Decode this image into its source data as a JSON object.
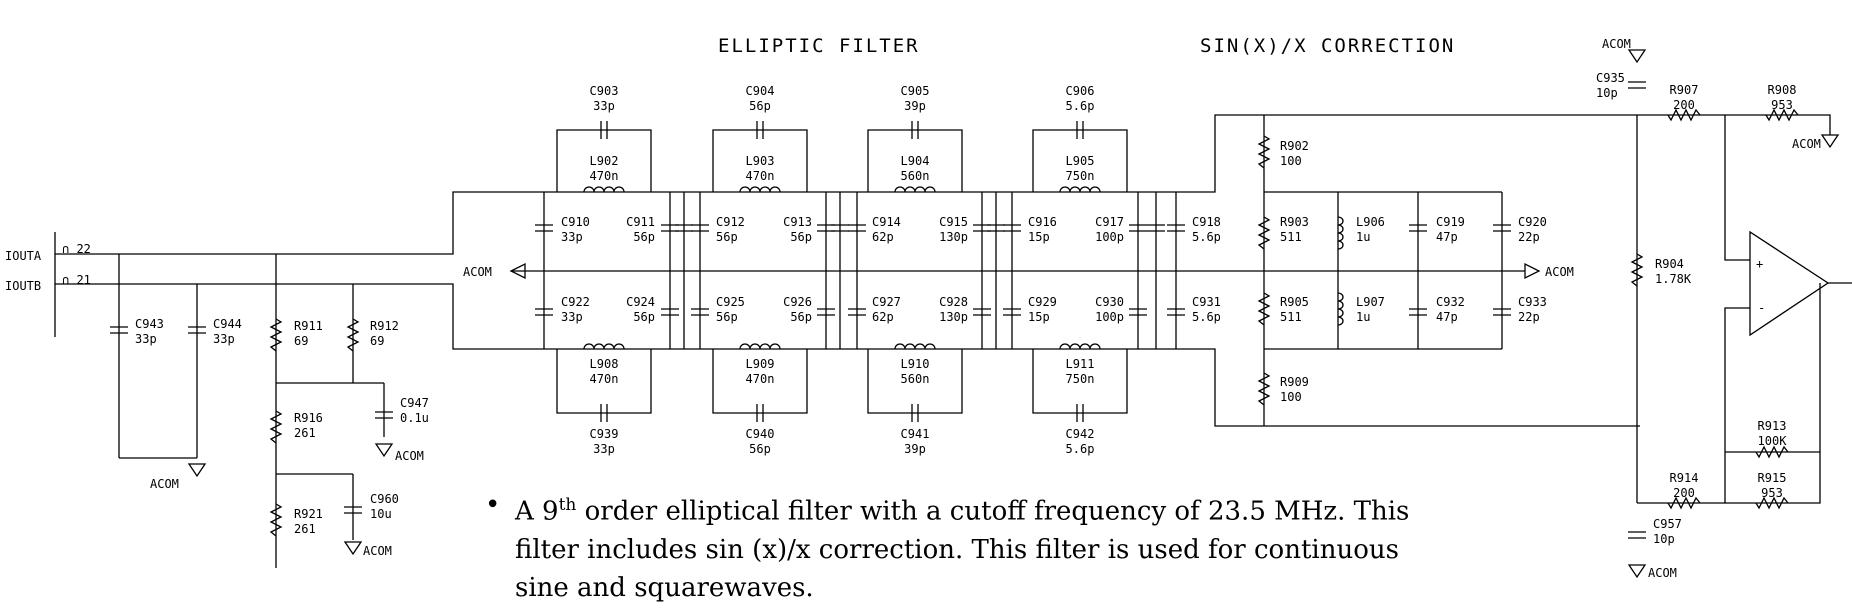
{
  "titles": {
    "filter": "ELLIPTIC FILTER",
    "correction": "SIN(X)/X CORRECTION"
  },
  "ports": {
    "ioutA_name": "IOUTA",
    "ioutA_pin": "∩ 22",
    "ioutB_name": "IOUTB",
    "ioutB_pin": "∩ 21"
  },
  "ground_label": "ACOM",
  "components": {
    "C903": {
      "ref": "C903",
      "val": "33p"
    },
    "C904": {
      "ref": "C904",
      "val": "56p"
    },
    "C905": {
      "ref": "C905",
      "val": "39p"
    },
    "C906": {
      "ref": "C906",
      "val": "5.6p"
    },
    "L902": {
      "ref": "L902",
      "val": "470n"
    },
    "L903": {
      "ref": "L903",
      "val": "470n"
    },
    "L904": {
      "ref": "L904",
      "val": "560n"
    },
    "L905": {
      "ref": "L905",
      "val": "750n"
    },
    "C910": {
      "ref": "C910",
      "val": "33p"
    },
    "C911": {
      "ref": "C911",
      "val": "56p"
    },
    "C912": {
      "ref": "C912",
      "val": "56p"
    },
    "C913": {
      "ref": "C913",
      "val": "56p"
    },
    "C914": {
      "ref": "C914",
      "val": "62p"
    },
    "C915": {
      "ref": "C915",
      "val": "130p"
    },
    "C916": {
      "ref": "C916",
      "val": "15p"
    },
    "C917": {
      "ref": "C917",
      "val": "100p"
    },
    "C918": {
      "ref": "C918",
      "val": "5.6p"
    },
    "C922": {
      "ref": "C922",
      "val": "33p"
    },
    "C924": {
      "ref": "C924",
      "val": "56p"
    },
    "C925": {
      "ref": "C925",
      "val": "56p"
    },
    "C926": {
      "ref": "C926",
      "val": "56p"
    },
    "C927": {
      "ref": "C927",
      "val": "62p"
    },
    "C928": {
      "ref": "C928",
      "val": "130p"
    },
    "C929": {
      "ref": "C929",
      "val": "15p"
    },
    "C930": {
      "ref": "C930",
      "val": "100p"
    },
    "C931": {
      "ref": "C931",
      "val": "5.6p"
    },
    "L908": {
      "ref": "L908",
      "val": "470n"
    },
    "L909": {
      "ref": "L909",
      "val": "470n"
    },
    "L910": {
      "ref": "L910",
      "val": "560n"
    },
    "L911": {
      "ref": "L911",
      "val": "750n"
    },
    "C939": {
      "ref": "C939",
      "val": "33p"
    },
    "C940": {
      "ref": "C940",
      "val": "56p"
    },
    "C941": {
      "ref": "C941",
      "val": "39p"
    },
    "C942": {
      "ref": "C942",
      "val": "5.6p"
    },
    "C943": {
      "ref": "C943",
      "val": "33p"
    },
    "C944": {
      "ref": "C944",
      "val": "33p"
    },
    "R911": {
      "ref": "R911",
      "val": "69"
    },
    "R912": {
      "ref": "R912",
      "val": "69"
    },
    "C947": {
      "ref": "C947",
      "val": "0.1u"
    },
    "R916": {
      "ref": "R916",
      "val": "261"
    },
    "R921": {
      "ref": "R921",
      "val": "261"
    },
    "C960": {
      "ref": "C960",
      "val": "10u"
    },
    "R902": {
      "ref": "R902",
      "val": "100"
    },
    "R903": {
      "ref": "R903",
      "val": "511"
    },
    "R905": {
      "ref": "R905",
      "val": "511"
    },
    "R909": {
      "ref": "R909",
      "val": "100"
    },
    "L906": {
      "ref": "L906",
      "val": "1u"
    },
    "L907": {
      "ref": "L907",
      "val": "1u"
    },
    "C919": {
      "ref": "C919",
      "val": "47p"
    },
    "C932": {
      "ref": "C932",
      "val": "47p"
    },
    "C920": {
      "ref": "C920",
      "val": "22p"
    },
    "C933": {
      "ref": "C933",
      "val": "22p"
    },
    "C935": {
      "ref": "C935",
      "val": "10p"
    },
    "R907": {
      "ref": "R907",
      "val": "200"
    },
    "R908": {
      "ref": "R908",
      "val": "953"
    },
    "R904": {
      "ref": "R904",
      "val": "1.78K"
    },
    "R913": {
      "ref": "R913",
      "val": "100K"
    },
    "R914": {
      "ref": "R914",
      "val": "200"
    },
    "R915": {
      "ref": "R915",
      "val": "953"
    },
    "C957": {
      "ref": "C957",
      "val": "10p"
    }
  },
  "opamp": {
    "plus": "+",
    "minus": "-"
  },
  "note": {
    "bullet": "•",
    "line1_a": "A 9",
    "line1_sup": "th",
    "line1_b": " order elliptical filter with a cutoff frequency of 23.5 MHz. This",
    "line2": "filter includes sin (x)/x correction. This filter is used for continuous",
    "line3": "sine and squarewaves."
  }
}
